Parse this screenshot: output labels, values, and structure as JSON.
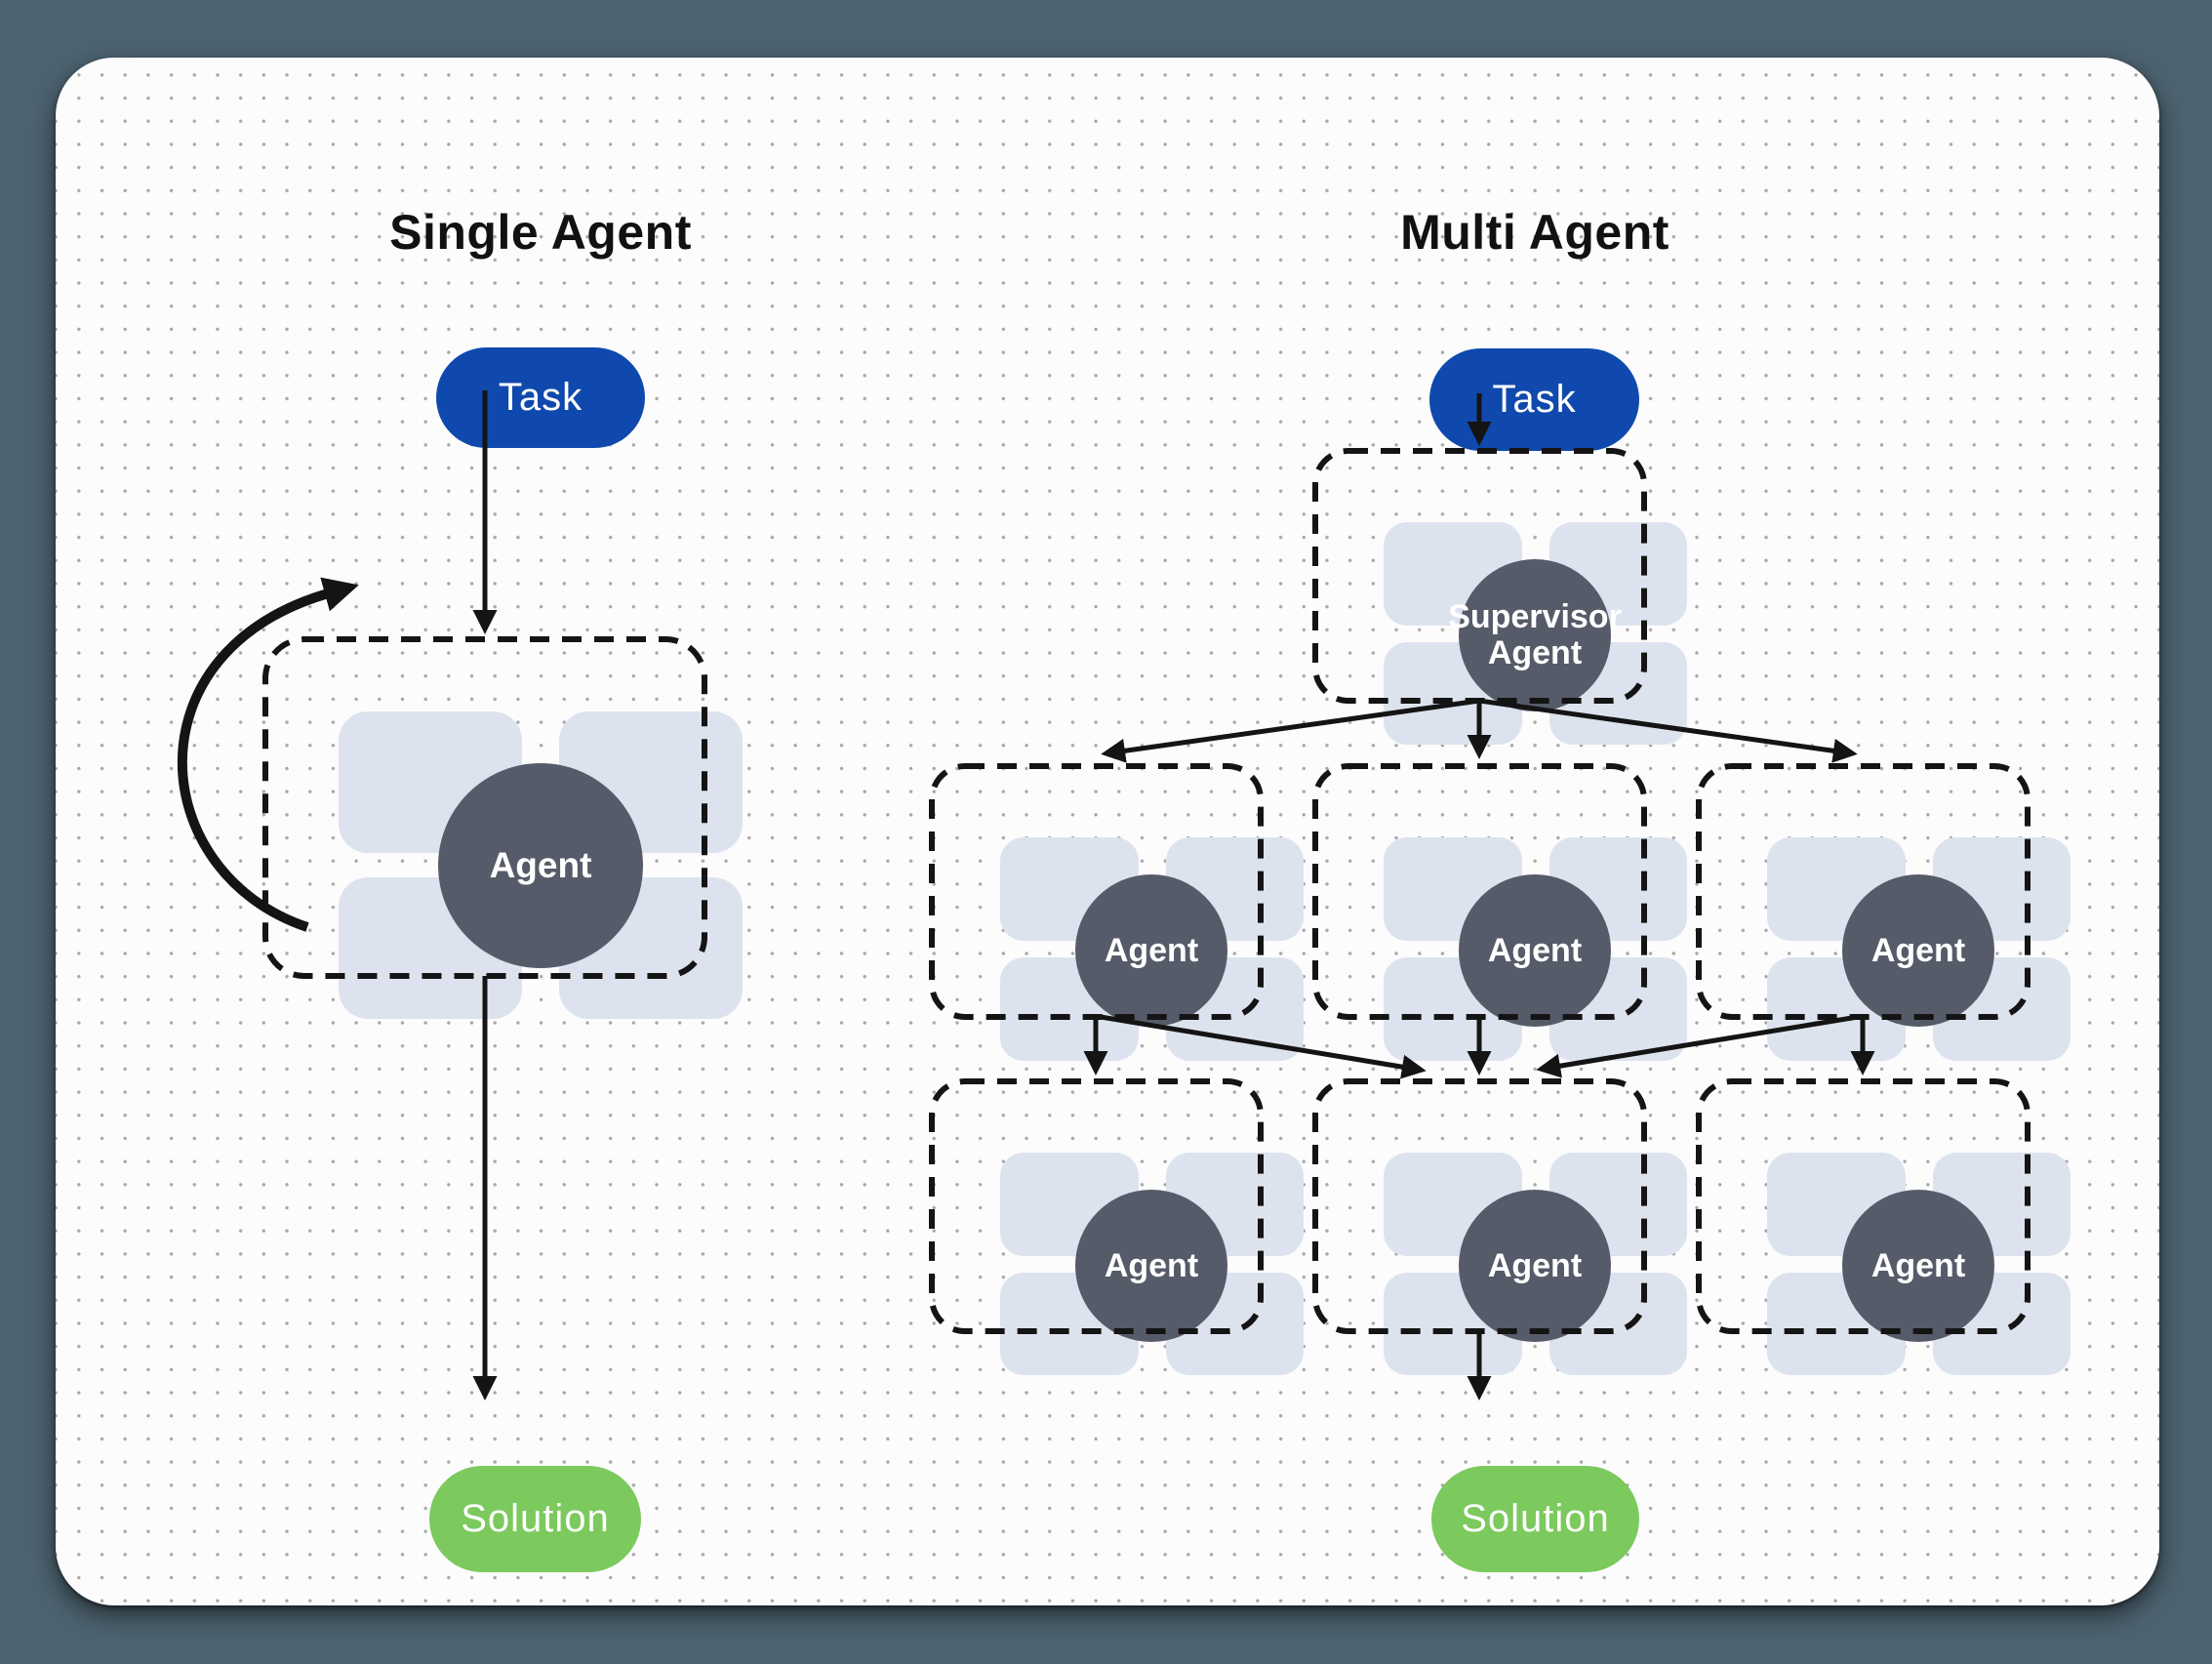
{
  "colors": {
    "background": "#4d6370",
    "card_background": "#fcfcfd",
    "dot_grid": "#a6a6a6",
    "task_pill": "#0f49ad",
    "solution_pill": "#7cc95e",
    "agent_circle": "#565b69",
    "tool_cell": "#dde3ee",
    "line_black": "#141414",
    "title_text": "#111111",
    "pill_text": "#ffffff"
  },
  "single_agent": {
    "title": "Single Agent",
    "task": "Task",
    "agent": "Agent",
    "solution": "Solution"
  },
  "multi_agent": {
    "title": "Multi Agent",
    "task": "Task",
    "supervisor": [
      "Supervisor",
      "Agent"
    ],
    "workers_row1": [
      "Agent",
      "Agent",
      "Agent"
    ],
    "workers_row2": [
      "Agent",
      "Agent",
      "Agent"
    ],
    "solution": "Solution"
  }
}
